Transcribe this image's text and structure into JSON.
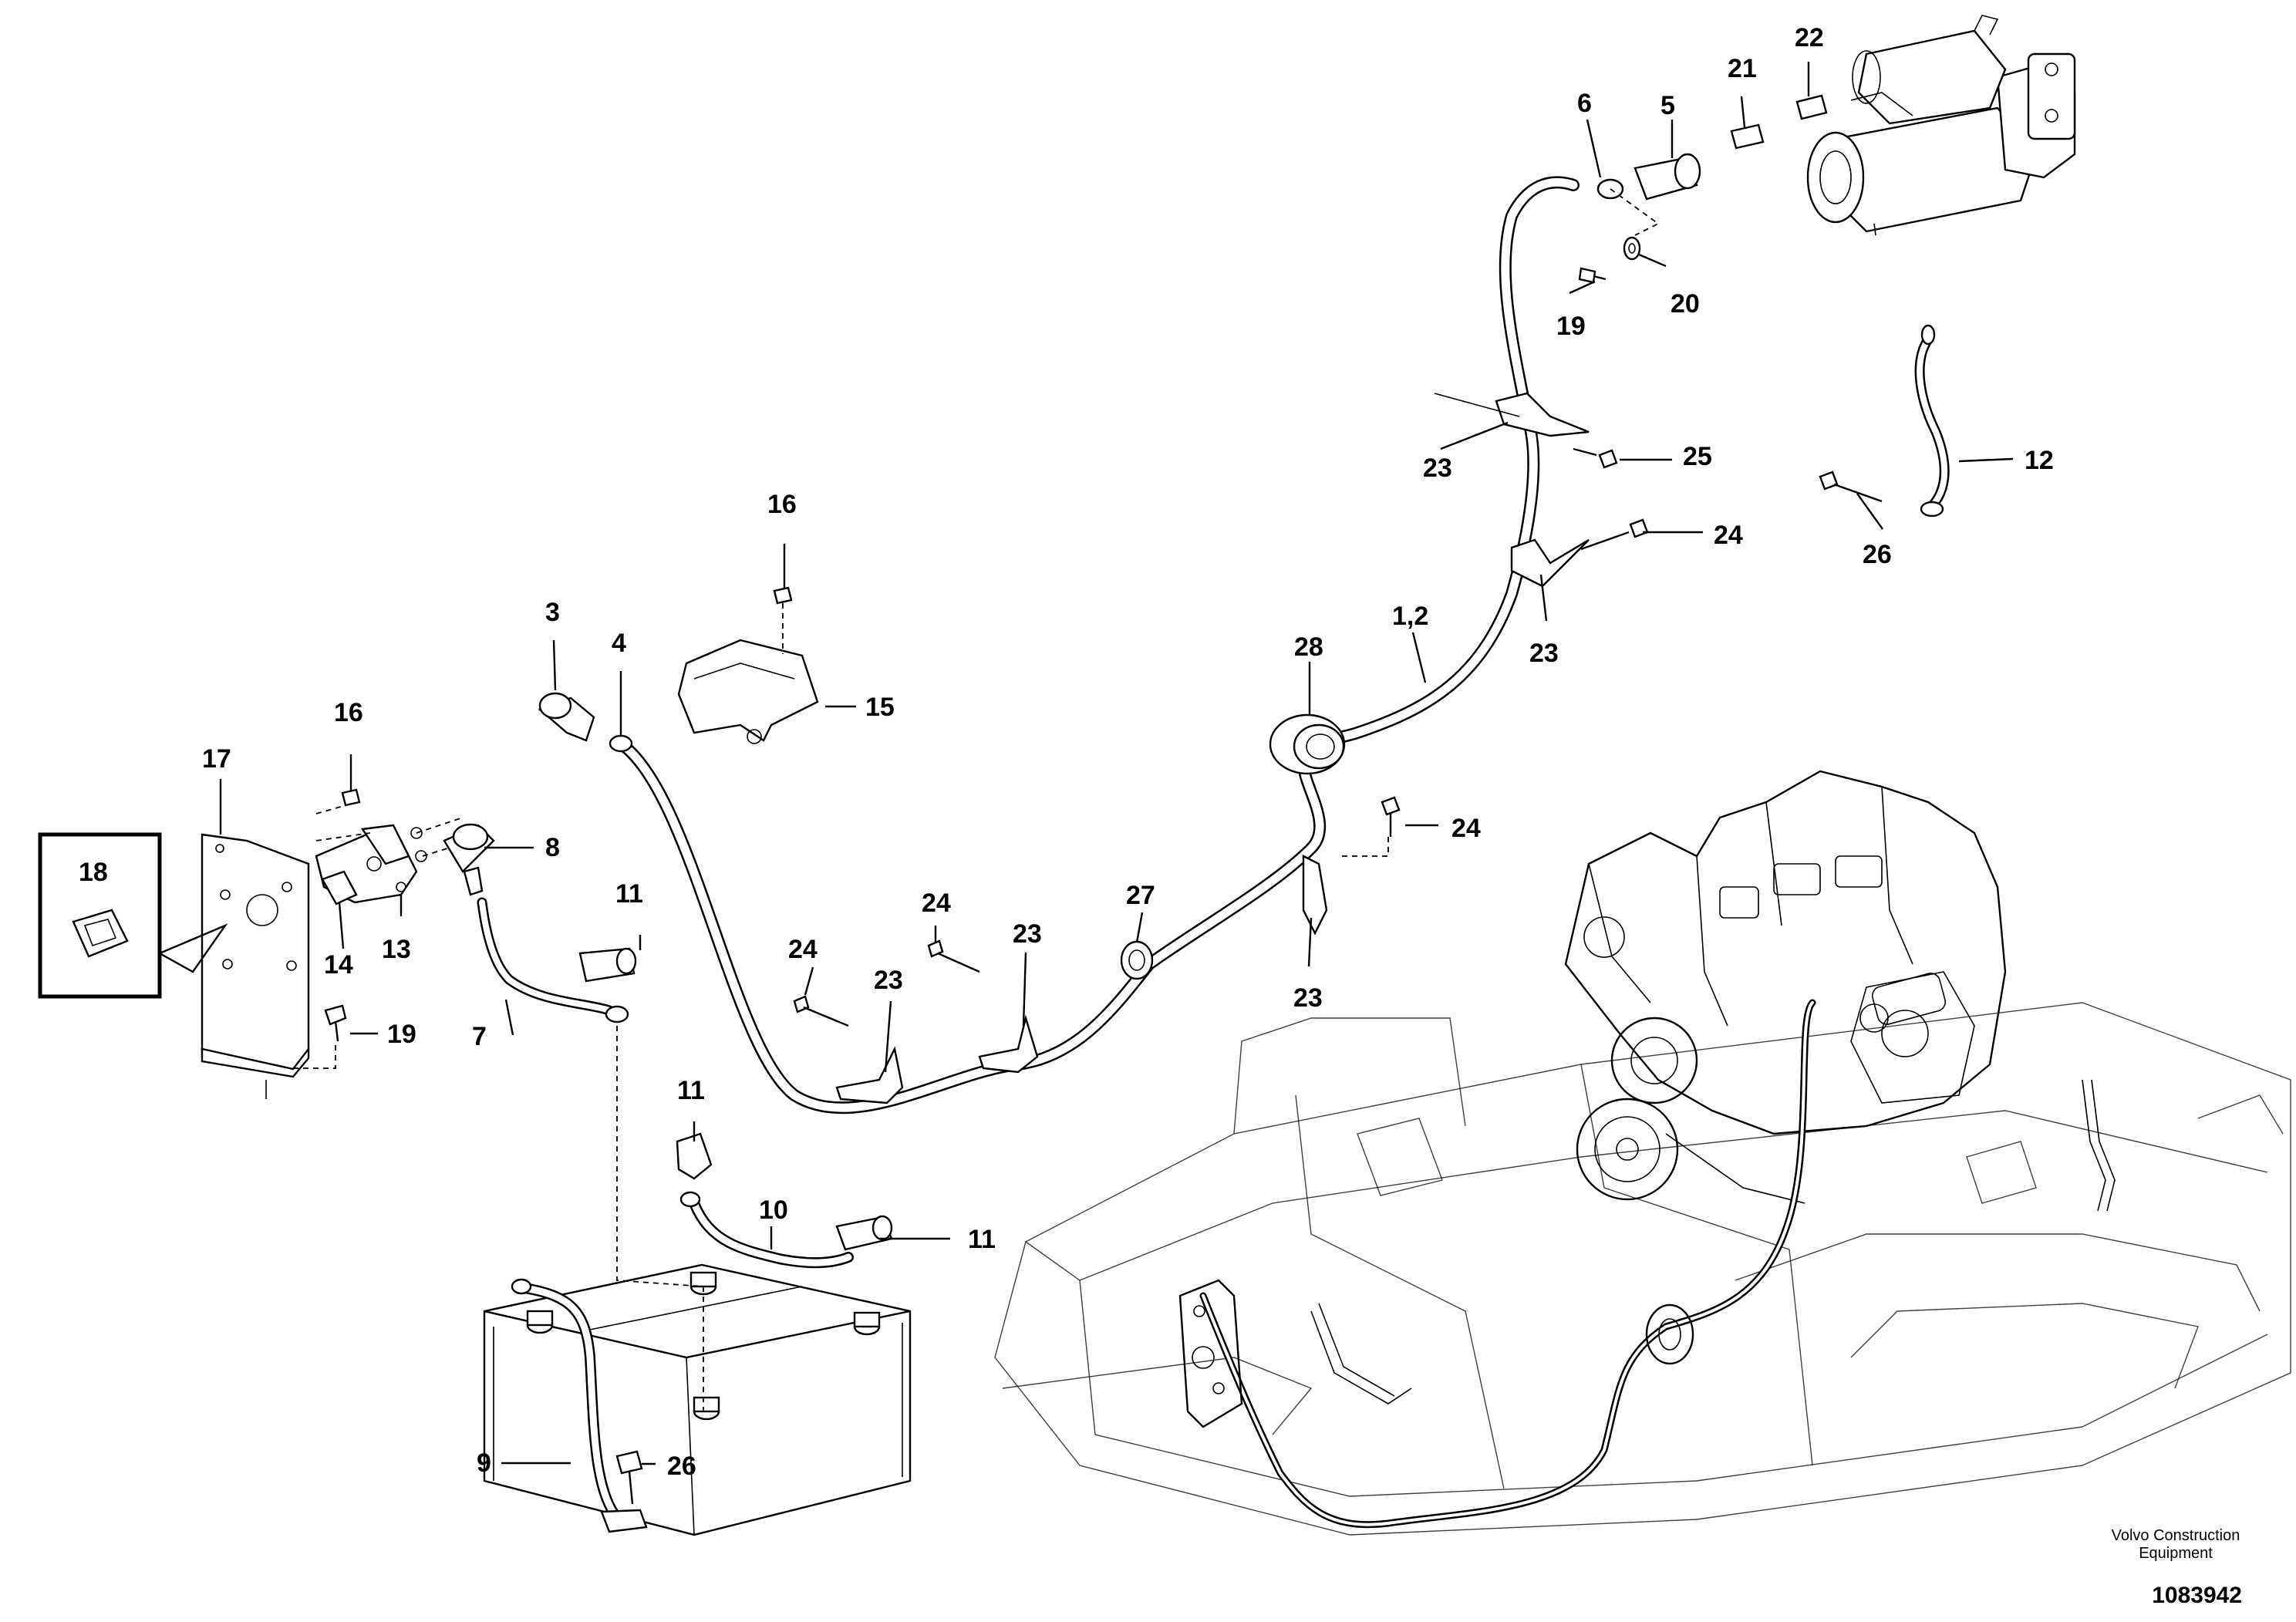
{
  "callouts": {
    "c1": "1,2",
    "c3": "3",
    "c4": "4",
    "c5": "5",
    "c6": "6",
    "c7": "7",
    "c8": "8",
    "c9": "9",
    "c10": "10",
    "c11a": "11",
    "c11b": "11",
    "c11c": "11",
    "c12": "12",
    "c13": "13",
    "c14": "14",
    "c15": "15",
    "c16a": "16",
    "c16b": "16",
    "c17": "17",
    "c18": "18",
    "c19a": "19",
    "c19b": "19",
    "c20": "20",
    "c21": "21",
    "c22": "22",
    "c23a": "23",
    "c23b": "23",
    "c23c": "23",
    "c23d": "23",
    "c23e": "23",
    "c24a": "24",
    "c24b": "24",
    "c24c": "24",
    "c24d": "24",
    "c25": "25",
    "c26a": "26",
    "c26b": "26",
    "c27": "27",
    "c28": "28"
  },
  "footer": {
    "company": "Volvo Construction Equipment",
    "drawing_number": "1083942"
  }
}
